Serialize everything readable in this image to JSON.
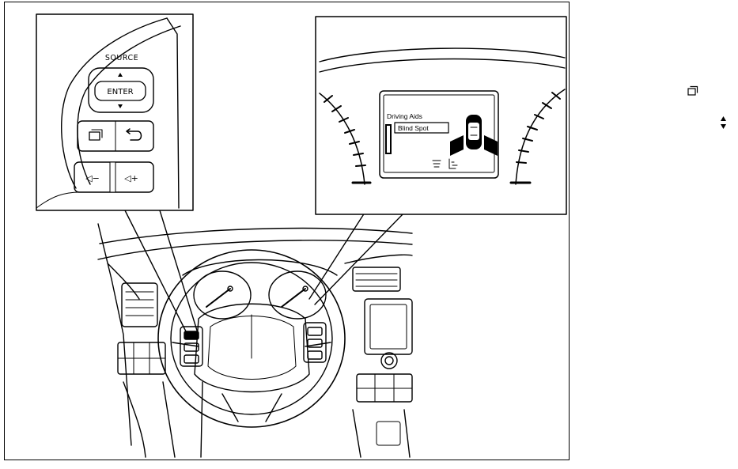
{
  "steering_switch": {
    "source_label": "SOURCE",
    "enter_label": "ENTER",
    "vol_down_label": "◁−",
    "vol_up_label": "◁+"
  },
  "meter_display": {
    "menu_title": "Driving Aids",
    "selected_item": "Blind Spot"
  },
  "side_legend": {
    "menu_icon": "menu-square-icon",
    "arrows_icon": "up-down-arrows-icon"
  }
}
